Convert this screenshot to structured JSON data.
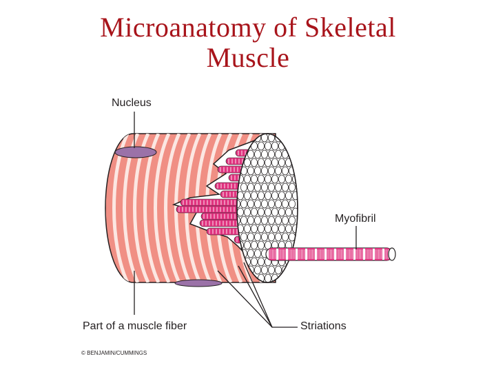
{
  "title": {
    "line1": "Microanatomy of Skeletal",
    "line2": "Muscle"
  },
  "labels": {
    "nucleus": "Nucleus",
    "myofibril": "Myofibril",
    "muscle_fiber": "Part of a muscle fiber",
    "striations": "Striations"
  },
  "copyright": "© BENJAMIN/CUMMINGS",
  "colors": {
    "title": "#a8141b",
    "fiber_body": "#f08f84",
    "fiber_stripe": "#fce7e2",
    "myofibril_pink": "#e0337f",
    "nucleus": "#9b72a8",
    "outline": "#231f20"
  }
}
